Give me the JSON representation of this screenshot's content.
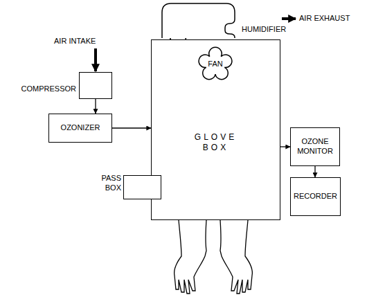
{
  "diagram": {
    "nodes": [
      {
        "text": [
          "HUMIDIFIER"
        ]
      },
      {
        "text": [
          "COMPRESSOR"
        ]
      },
      {
        "text": [
          "OZONIZER"
        ]
      },
      {
        "text": [
          "GLOVE BOX"
        ]
      },
      {
        "text": [
          "FAN"
        ],
        "in": 3
      },
      {
        "text": [
          "PASS BOX"
        ]
      },
      {
        "text": [
          "OZONE MONITOR"
        ]
      },
      {
        "text": [
          "RECORDER"
        ]
      }
    ],
    "edges": [
      {
        "from": 1,
        "to": 2,
        "arrow": "to"
      },
      {
        "from": 2,
        "to": 3,
        "arrow": "to"
      },
      {
        "from": 3,
        "to": 0,
        "arrow": "to"
      },
      {
        "from": 0,
        "to": 3,
        "arrow": "to"
      },
      {
        "from": 3,
        "to": 6,
        "arrow": "to"
      },
      {
        "from": 6,
        "to": 7,
        "arrow": "to"
      }
    ],
    "labels": [
      "AIR INTAKE",
      "AIR EXHAUST"
    ]
  }
}
